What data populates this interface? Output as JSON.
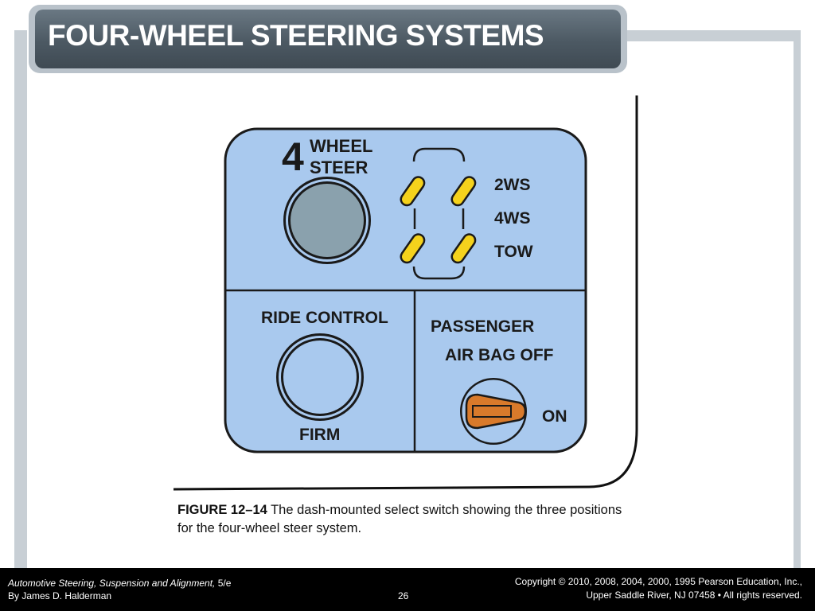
{
  "slide": {
    "title": "FOUR-WHEEL STEERING SYSTEMS"
  },
  "panel": {
    "four_wheel_number": "4",
    "wheel_steer_line1": "WHEEL",
    "wheel_steer_line2": "STEER",
    "mode_2ws": "2WS",
    "mode_4ws": "4WS",
    "mode_tow": "TOW",
    "ride_control_label": "RIDE CONTROL",
    "firm_label": "FIRM",
    "airbag_line1": "PASSENGER",
    "airbag_line2": "AIR BAG OFF",
    "airbag_on": "ON",
    "colors": {
      "panel_fill": "#a9c9ee",
      "button_fill": "#8aa1ad",
      "indicator_yellow": "#f5d21c",
      "switch_orange": "#d97a2b"
    }
  },
  "caption": {
    "figure_label": "FIGURE 12–14",
    "text": " The dash-mounted select switch showing the three positions for the four-wheel steer system."
  },
  "footer": {
    "book_title": "Automotive Steering, Suspension and Alignment,",
    "edition": " 5/e",
    "author": "By James D. Halderman",
    "page_number": "26",
    "copyright": "Copyright © 2010, 2008, 2004, 2000, 1995 Pearson Education, Inc.,",
    "publisher": "Upper Saddle River, NJ 07458 • All rights reserved."
  }
}
